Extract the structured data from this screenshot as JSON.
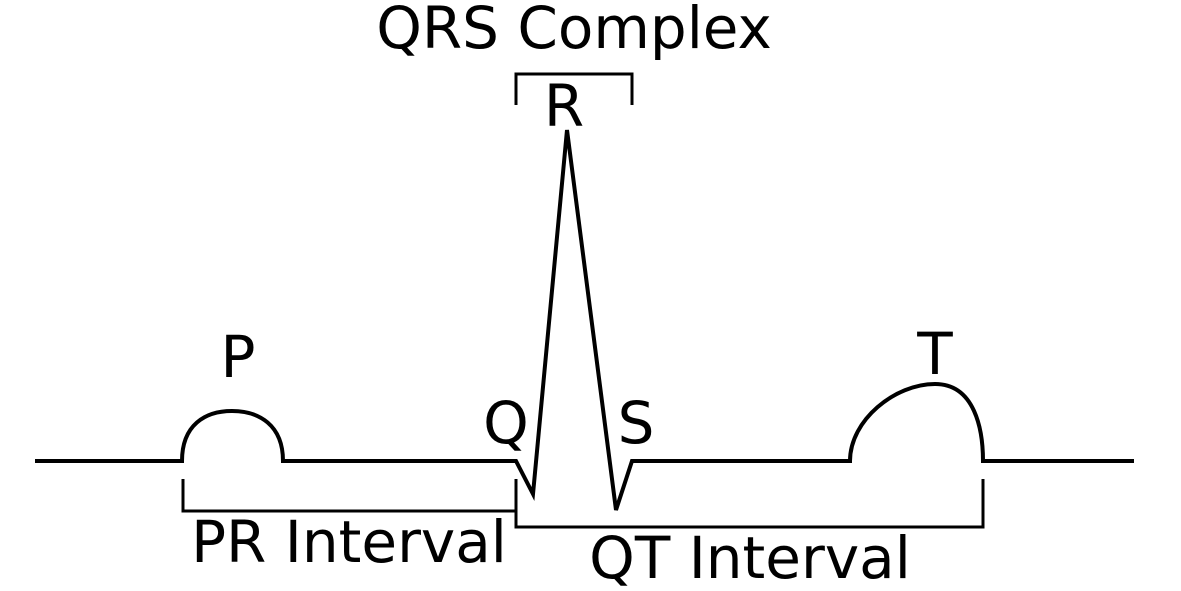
{
  "diagram": {
    "title": "QRS Complex",
    "waves": {
      "p": "P",
      "q": "Q",
      "r": "R",
      "s": "S",
      "t": "T"
    },
    "intervals": {
      "pr": "PR Interval",
      "qt": "QT Interval"
    },
    "colors": {
      "stroke": "#000000",
      "background": "#ffffff"
    }
  }
}
